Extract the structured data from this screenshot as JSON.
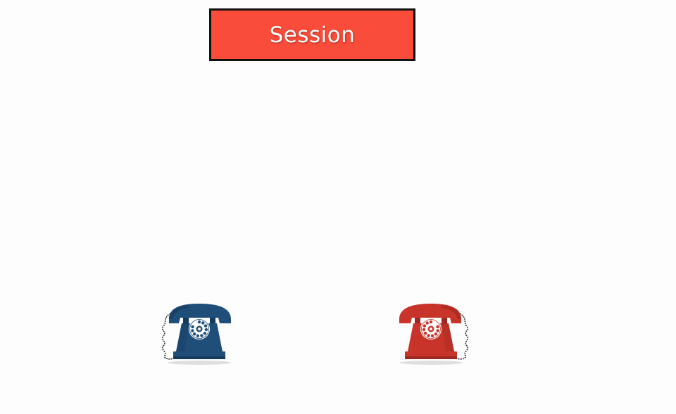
{
  "session": {
    "label": "Session",
    "fill_color": "#f94c3a",
    "border_color": "#111111"
  },
  "phones": [
    {
      "icon": "rotary-telephone-icon",
      "color": "#1f4e79",
      "dark_color": "#163a5c",
      "cord_side": "left"
    },
    {
      "icon": "rotary-telephone-icon",
      "color": "#c8342a",
      "dark_color": "#9c2820",
      "cord_side": "right"
    }
  ]
}
